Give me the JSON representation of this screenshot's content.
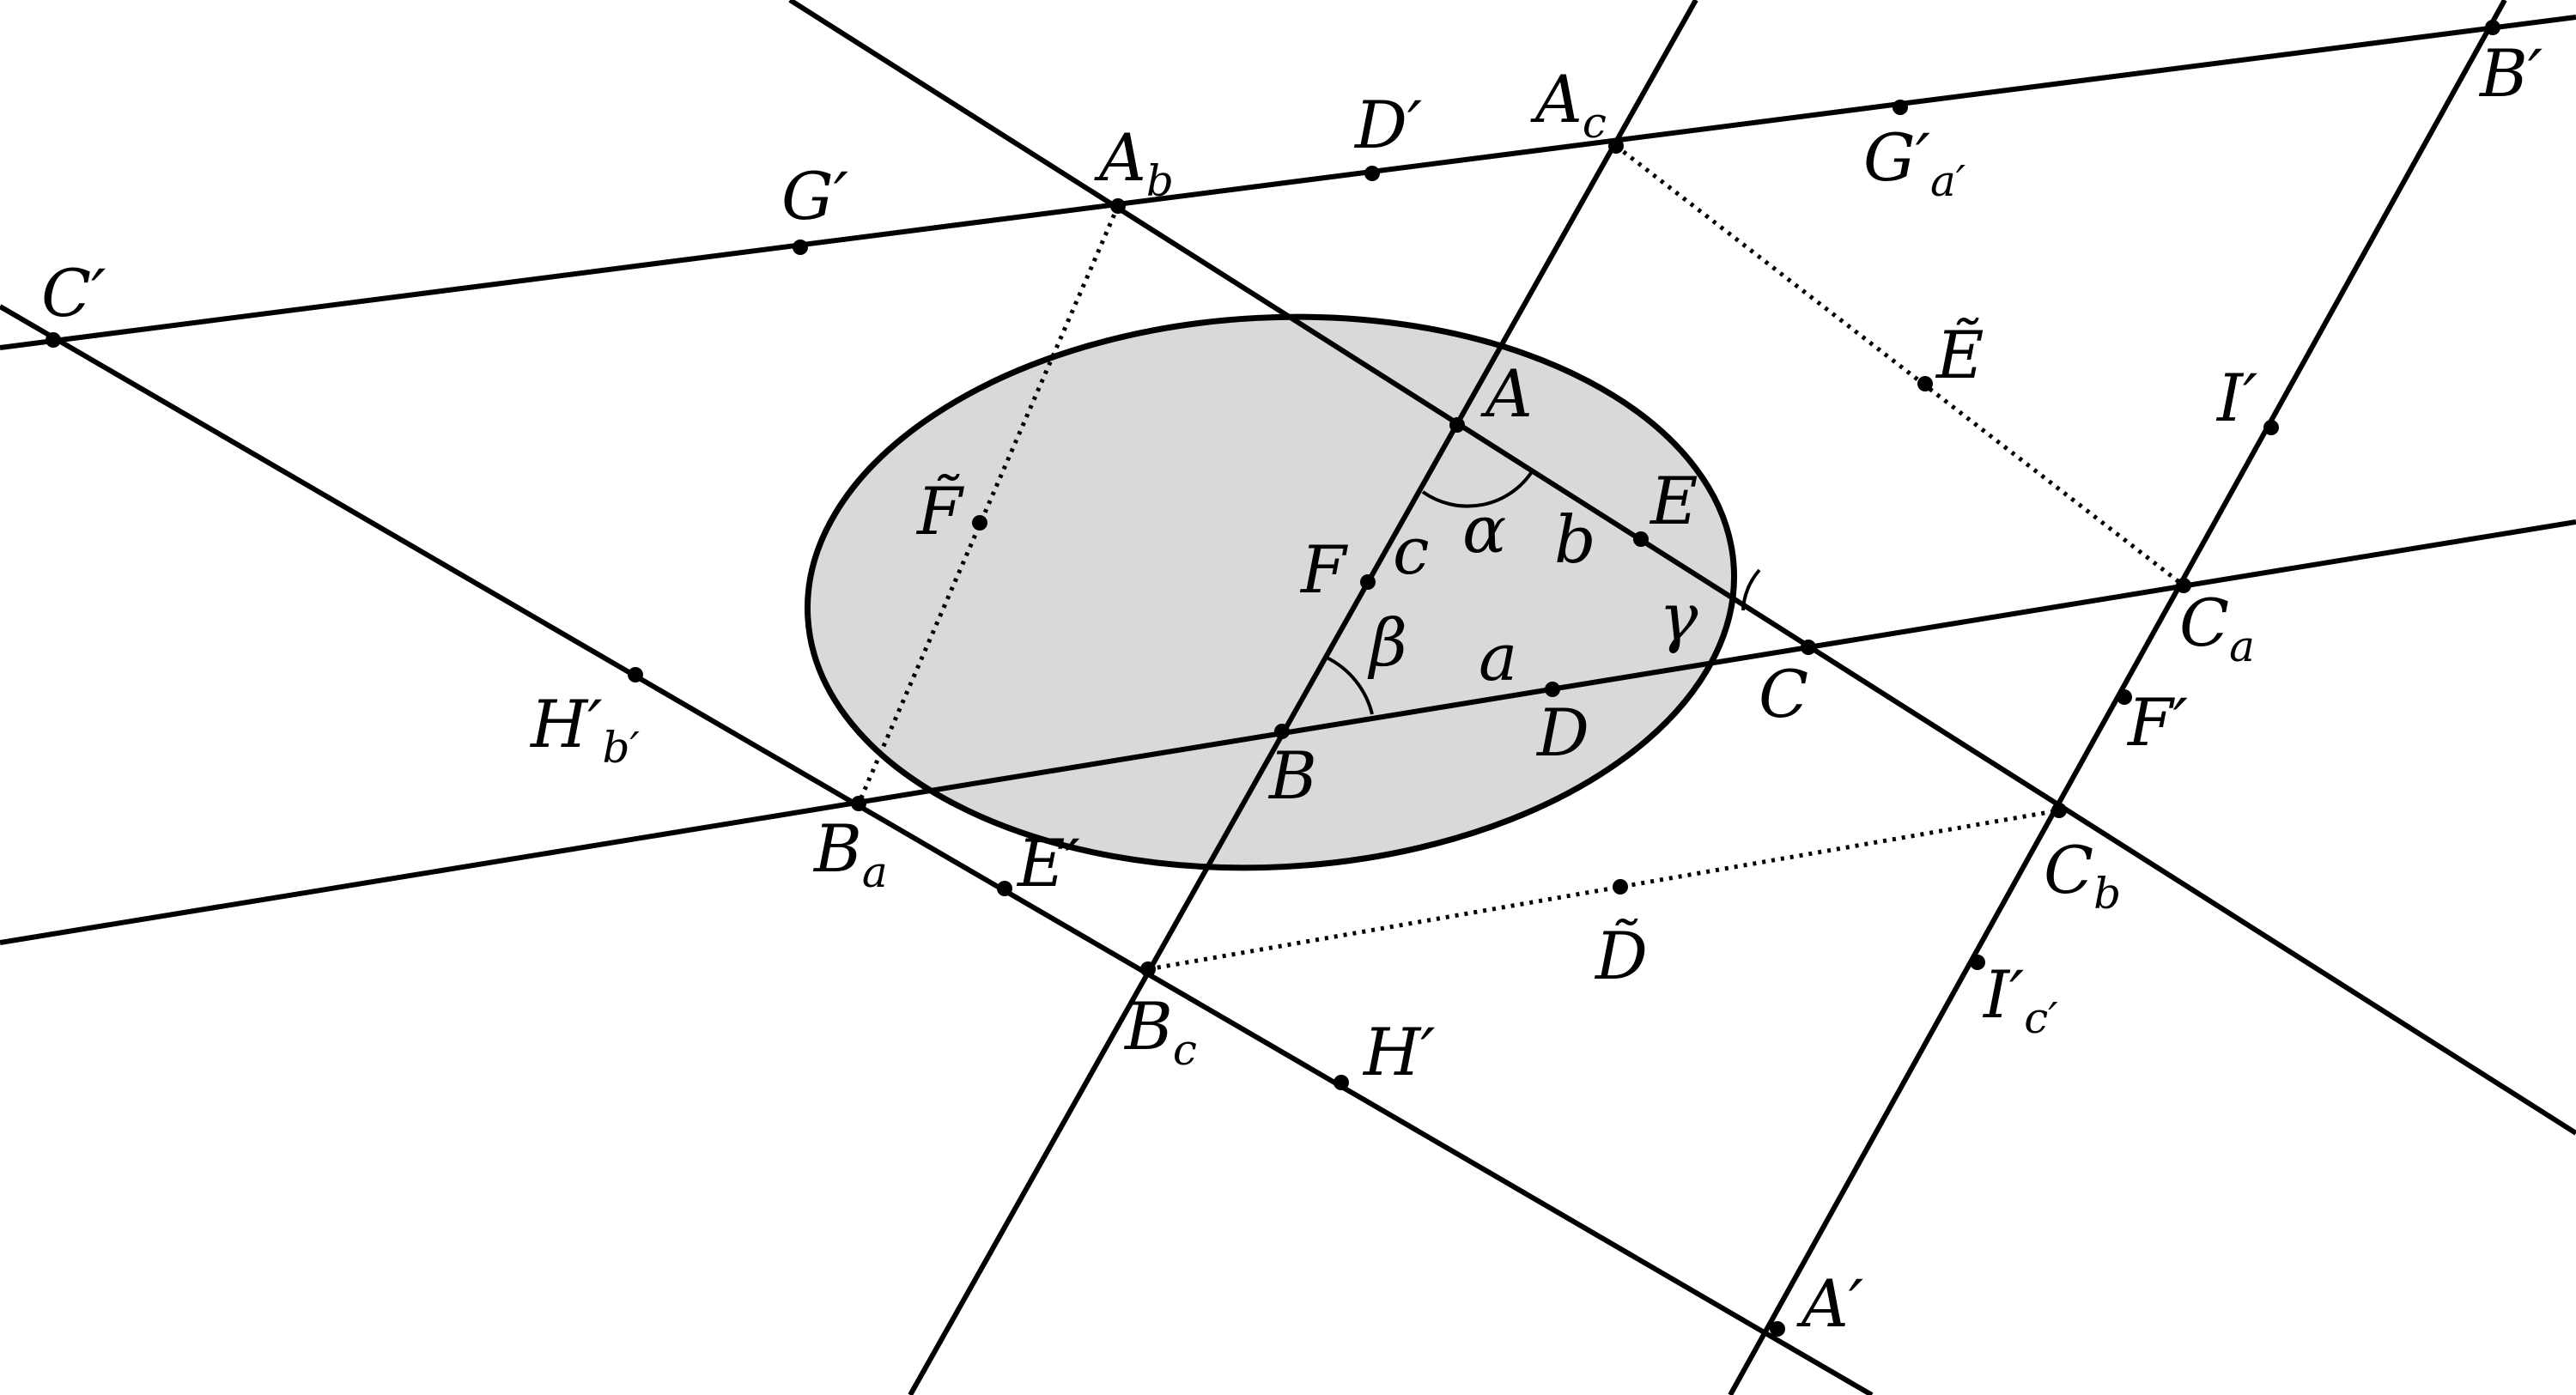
{
  "colors": {
    "ellipse_fill": "#d9d9d9",
    "stroke": "#000000",
    "background": "#ffffff"
  },
  "points": [
    {
      "id": "A",
      "label": "A",
      "sub": ""
    },
    {
      "id": "B",
      "label": "B",
      "sub": ""
    },
    {
      "id": "C",
      "label": "C",
      "sub": ""
    },
    {
      "id": "D",
      "label": "D",
      "sub": ""
    },
    {
      "id": "E",
      "label": "E",
      "sub": ""
    },
    {
      "id": "F",
      "label": "F",
      "sub": ""
    },
    {
      "id": "Ab",
      "label": "A",
      "sub": "b"
    },
    {
      "id": "Ac",
      "label": "A",
      "sub": "c"
    },
    {
      "id": "Ba",
      "label": "B",
      "sub": "a"
    },
    {
      "id": "Bc",
      "label": "B",
      "sub": "c"
    },
    {
      "id": "Ca",
      "label": "C",
      "sub": "a"
    },
    {
      "id": "Cb",
      "label": "C",
      "sub": "b"
    },
    {
      "id": "A1",
      "label": "A′",
      "sub": ""
    },
    {
      "id": "B1",
      "label": "B′",
      "sub": ""
    },
    {
      "id": "C1",
      "label": "C′",
      "sub": ""
    },
    {
      "id": "D1",
      "label": "D′",
      "sub": ""
    },
    {
      "id": "E1",
      "label": "E′",
      "sub": ""
    },
    {
      "id": "F1",
      "label": "F′",
      "sub": ""
    },
    {
      "id": "G1",
      "label": "G′",
      "sub": ""
    },
    {
      "id": "H1",
      "label": "H′",
      "sub": ""
    },
    {
      "id": "I1",
      "label": "I′",
      "sub": ""
    },
    {
      "id": "Gs",
      "label": "G′",
      "sub": "a′"
    },
    {
      "id": "Hs",
      "label": "H′",
      "sub": "b′"
    },
    {
      "id": "Is",
      "label": "I′",
      "sub": "c′"
    },
    {
      "id": "Dt",
      "label": "D̃",
      "sub": ""
    },
    {
      "id": "Et",
      "label": "Ẽ",
      "sub": ""
    },
    {
      "id": "Ft",
      "label": "F̃",
      "sub": ""
    }
  ],
  "side_labels": [
    {
      "id": "a",
      "text": "a"
    },
    {
      "id": "b",
      "text": "b"
    },
    {
      "id": "c",
      "text": "c"
    }
  ],
  "angles": [
    {
      "id": "alpha",
      "text": "α"
    },
    {
      "id": "beta",
      "text": "β"
    },
    {
      "id": "gamma",
      "text": "γ"
    }
  ]
}
